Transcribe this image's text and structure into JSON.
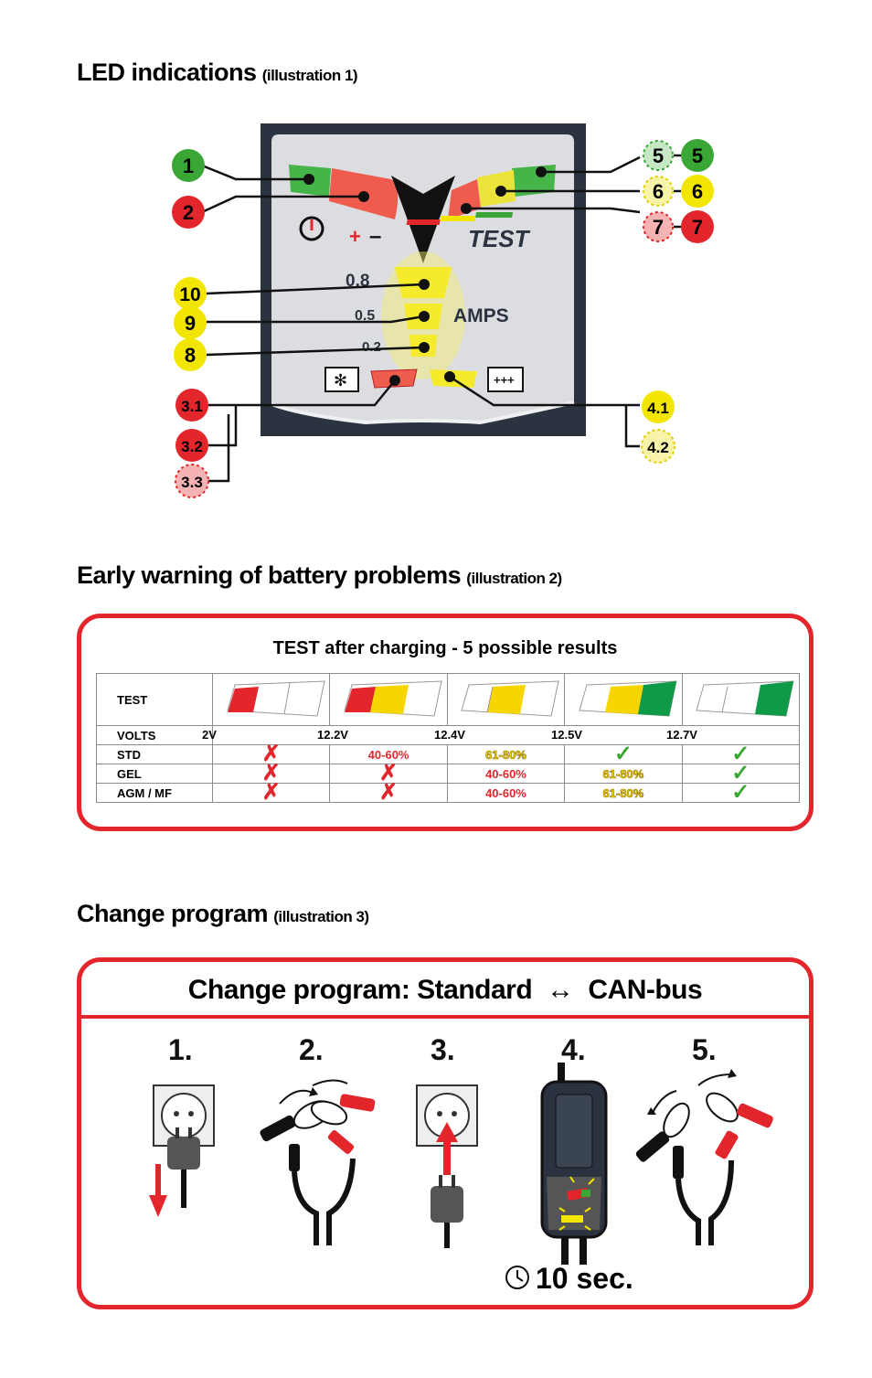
{
  "section1": {
    "title": "LED indications",
    "subtitle": "(illustration 1)"
  },
  "panel": {
    "test_label": "TEST",
    "amps_label": "AMPS",
    "amps_values": [
      "0.8",
      "0.5",
      "0.2"
    ]
  },
  "callouts_left": [
    "1",
    "2",
    "10",
    "9",
    "8",
    "3.1",
    "3.2",
    "3.3"
  ],
  "callouts_right": [
    "5",
    "5",
    "6",
    "6",
    "7",
    "7",
    "4.1",
    "4.2"
  ],
  "section2": {
    "title": "Early warning of battery problems",
    "subtitle": "(illustration 2)"
  },
  "results": {
    "heading": "TEST after charging - 5 possible results",
    "row_test": "TEST",
    "row_volts": "VOLTS",
    "volts": [
      "2V",
      "12.2V",
      "12.4V",
      "12.5V",
      "12.7V"
    ],
    "rows": [
      {
        "label": "STD",
        "cells": [
          "x",
          "40-60%",
          "61-80%",
          "check",
          "check"
        ]
      },
      {
        "label": "GEL",
        "cells": [
          "x",
          "x",
          "40-60%",
          "61-80%",
          "check"
        ]
      },
      {
        "label": "AGM / MF",
        "cells": [
          "x",
          "x",
          "40-60%",
          "61-80%",
          "check"
        ]
      }
    ]
  },
  "section3": {
    "title": "Change program",
    "subtitle": "(illustration 3)"
  },
  "change": {
    "heading_left": "Change program: Standard",
    "heading_right": "CAN-bus",
    "steps": [
      "1.",
      "2.",
      "3.",
      "4.",
      "5."
    ],
    "timer": "10 sec."
  },
  "colors": {
    "red": "#e3262c",
    "yellow": "#f2e600",
    "green": "#3aa635",
    "panel": "#2b3340"
  }
}
